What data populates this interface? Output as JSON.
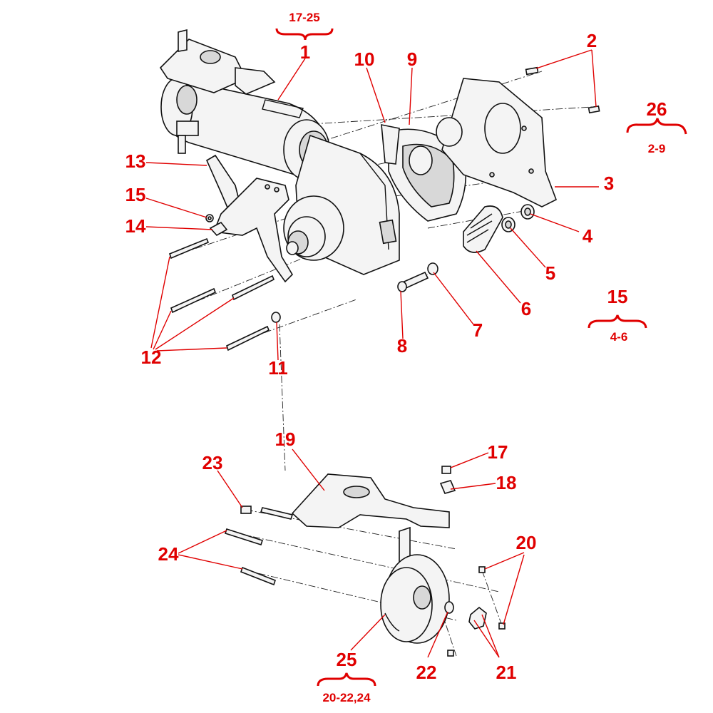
{
  "callouts": {
    "c1": "1",
    "c2": "2",
    "c3": "3",
    "c4": "4",
    "c5": "5",
    "c6": "6",
    "c7": "7",
    "c8": "8",
    "c9": "9",
    "c10": "10",
    "c11": "11",
    "c12": "12",
    "c13": "13",
    "c14": "14",
    "c15": "15",
    "c17": "17",
    "c18": "18",
    "c19": "19",
    "c20": "20",
    "c21": "21",
    "c22": "22",
    "c23": "23",
    "c24": "24",
    "c25": "25"
  },
  "groups": {
    "top": {
      "range": "17-25"
    },
    "g26": {
      "number": "26",
      "range": "2-9"
    },
    "g15": {
      "number": "15",
      "range": "4-6"
    },
    "g25": {
      "range": "20-22,24"
    }
  },
  "colors": {
    "callout": "#e00000",
    "linework": "#111111"
  }
}
